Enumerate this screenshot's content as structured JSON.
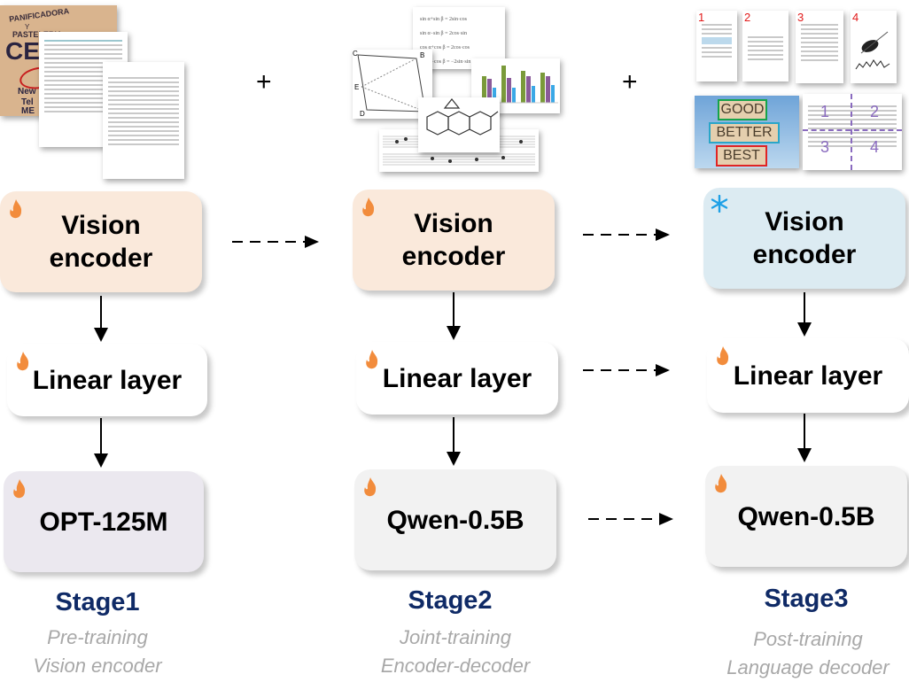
{
  "plus_sign": "+",
  "stages": [
    {
      "title": "Stage1",
      "subtitle_line1": "Pre-training",
      "subtitle_line2": "Vision encoder",
      "vision_encoder": {
        "label_line1": "Vision",
        "label_line2": "encoder",
        "status_icon": "flame-icon"
      },
      "linear_layer": {
        "label": "Linear layer",
        "status_icon": "flame-icon"
      },
      "decoder": {
        "label": "OPT-125M",
        "status_icon": "flame-icon"
      },
      "images": {
        "sign_text": [
          "PANIFICADORA",
          "Y",
          "PASTELERIA",
          "CE",
          "New",
          "Tel",
          "ME"
        ]
      }
    },
    {
      "title": "Stage2",
      "subtitle_line1": "Joint-training",
      "subtitle_line2": "Encoder-decoder",
      "vision_encoder": {
        "label_line1": "Vision",
        "label_line2": "encoder",
        "status_icon": "flame-icon"
      },
      "linear_layer": {
        "label": "Linear layer",
        "status_icon": "flame-icon"
      },
      "decoder": {
        "label": "Qwen-0.5B",
        "status_icon": "flame-icon"
      },
      "images": {
        "geometry_labels": [
          "C",
          "B",
          "E",
          "D"
        ]
      }
    },
    {
      "title": "Stage3",
      "subtitle_line1": "Post-training",
      "subtitle_line2": "Language decoder",
      "vision_encoder": {
        "label_line1": "Vision",
        "label_line2": "encoder",
        "status_icon": "snowflake-icon"
      },
      "linear_layer": {
        "label": "Linear layer",
        "status_icon": "flame-icon"
      },
      "decoder": {
        "label": "Qwen-0.5B",
        "status_icon": "flame-icon"
      },
      "images": {
        "page_numbers": [
          "1",
          "2",
          "3",
          "4"
        ],
        "sign_words": [
          "GOOD",
          "BETTER",
          "BEST"
        ],
        "quadrant_numbers": [
          "1",
          "2",
          "3",
          "4"
        ]
      }
    }
  ],
  "colors": {
    "vision_encoder_trainable": "#fae9db",
    "vision_encoder_frozen": "#dcebf2",
    "linear_layer": "#ffffff",
    "opt_decoder": "#ebe8ef",
    "qwen_decoder": "#f2f2f2",
    "stage_title": "#0f2a66",
    "subtitle": "#a8a8a8",
    "flame": "#f28c3c",
    "snowflake": "#1ea0e6"
  }
}
